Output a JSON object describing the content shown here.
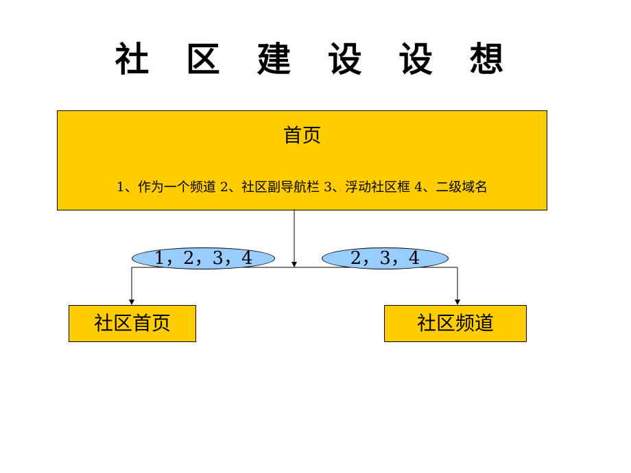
{
  "slide": {
    "title": "社 区 建 设 设 想"
  },
  "diagram": {
    "main_node": {
      "title": "首页",
      "options": "1、作为一个频道  2、社区副导航栏  3、浮动社区框  4、二级域名"
    },
    "edges": [
      {
        "label": "1，2，3，4",
        "target": "社区首页"
      },
      {
        "label": "2，3，4",
        "target": "社区频道"
      }
    ],
    "nodes": {
      "left": "社区首页",
      "right": "社区频道"
    }
  },
  "colors": {
    "box_fill": "#ffcc00",
    "label_fill": "#99ccff",
    "line": "#000000",
    "background": "#ffffff"
  }
}
